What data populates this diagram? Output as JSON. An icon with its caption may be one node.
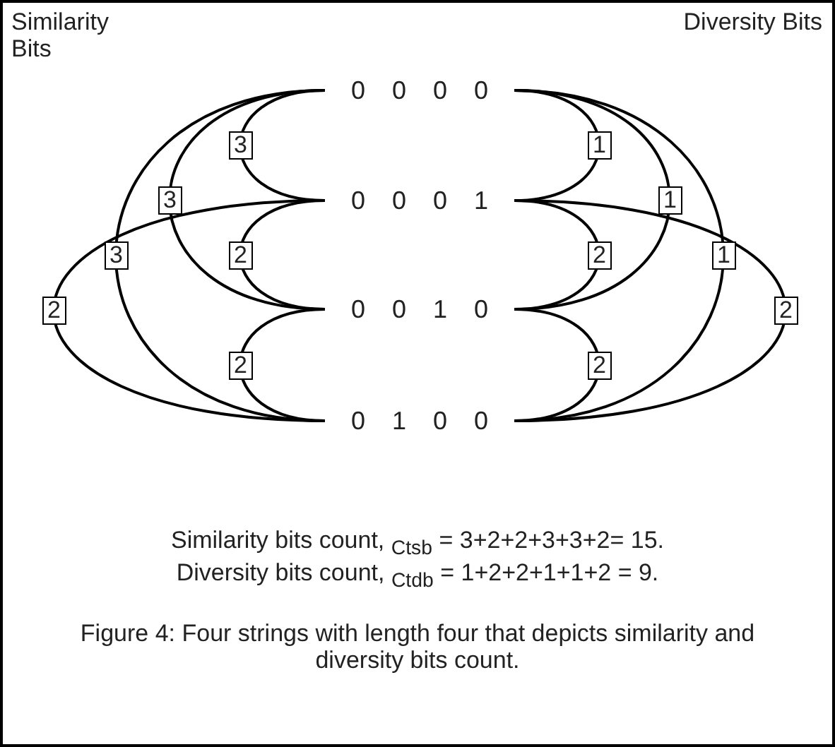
{
  "diagram": {
    "caption": "Figure 4: Four strings with length four that depicts similarity and diversity bits count.",
    "nodes": [
      {
        "text": [
          "0 0 0 0"
        ]
      },
      {
        "text": [
          "0 0 0 1"
        ]
      },
      {
        "text": [
          "0 0 1 0"
        ]
      },
      {
        "text": [
          "0 1 0 0"
        ]
      }
    ],
    "edges": [
      {
        "from": 0,
        "to": 1,
        "arrow": "none",
        "label": "3"
      },
      {
        "from": 1,
        "to": 2,
        "arrow": "none",
        "label": "2"
      },
      {
        "from": 2,
        "to": 3,
        "arrow": "none",
        "label": "2"
      },
      {
        "from": 0,
        "to": 2,
        "arrow": "none",
        "label": "3"
      },
      {
        "from": 0,
        "to": 3,
        "arrow": "none",
        "label": "3"
      },
      {
        "from": 1,
        "to": 3,
        "arrow": "none",
        "label": "2"
      },
      {
        "from": 0,
        "to": 1,
        "arrow": "none",
        "label": "1"
      },
      {
        "from": 1,
        "to": 2,
        "arrow": "none",
        "label": "2"
      },
      {
        "from": 2,
        "to": 3,
        "arrow": "none",
        "label": "2"
      },
      {
        "from": 0,
        "to": 2,
        "arrow": "none",
        "label": "1"
      },
      {
        "from": 0,
        "to": 3,
        "arrow": "none",
        "label": "1"
      },
      {
        "from": 1,
        "to": 3,
        "arrow": "none",
        "label": "2"
      }
    ],
    "labels": [
      "Similarity Bits",
      "Diversity Bits",
      "Similarity bits count, $_{Ctsb}$ = 3+2+2+3+3+2= 15.",
      "Diversity bits count, $_{Ctdb}$ = 1+2+2+1+1+2 = 9."
    ]
  }
}
